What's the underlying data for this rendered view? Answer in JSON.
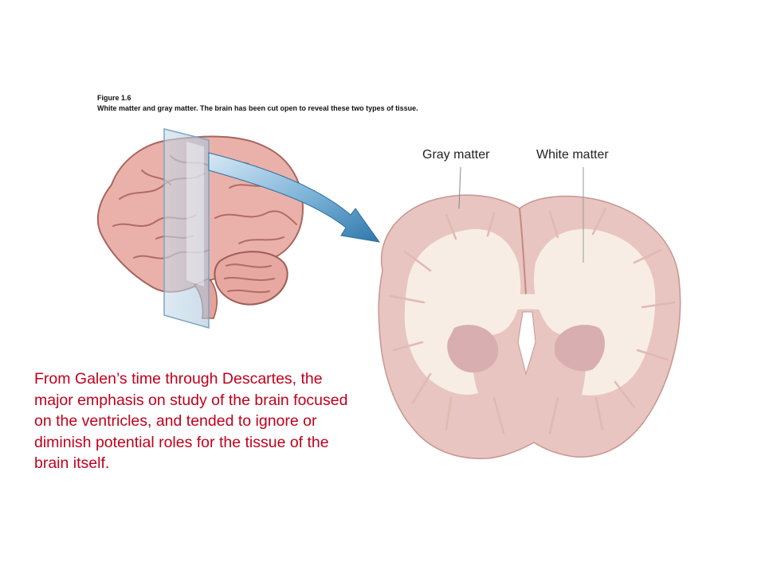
{
  "figure": {
    "number": "Figure 1.6",
    "caption": "White matter and gray matter. The brain has been cut open to reveal these two types of tissue."
  },
  "labels": {
    "gray_matter": "Gray matter",
    "white_matter": "White matter"
  },
  "body_text": "From Galen’s time through Descartes, the major emphasis on study of the brain focused on the ventricles, and tended to ignore or diminish potential roles for the tissue of the brain itself.",
  "colors": {
    "gray_matter": "#e8c5c0",
    "white_matter": "#f7ede4",
    "brain_surface": "#e9aaa4",
    "arrow": "#3d86b8",
    "text_accent": "#c0001c"
  }
}
